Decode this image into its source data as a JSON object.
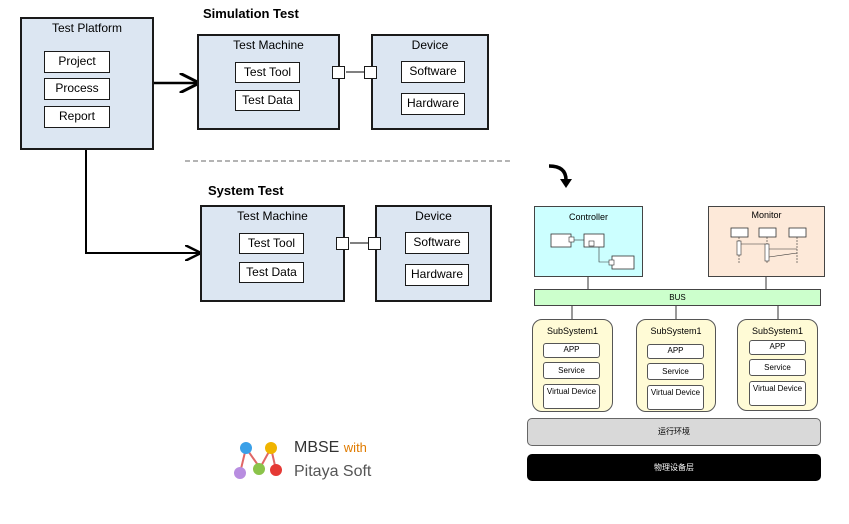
{
  "test_platform": {
    "title": "Test Platform",
    "items": [
      "Project",
      "Process",
      "Report"
    ]
  },
  "simulation_test": {
    "heading": "Simulation Test",
    "machine": {
      "title": "Test Machine",
      "items": [
        "Test Tool",
        "Test Data"
      ]
    },
    "device": {
      "title": "Device",
      "items": [
        "Software",
        "Hardware"
      ]
    }
  },
  "system_test": {
    "heading": "System Test",
    "machine": {
      "title": "Test Machine",
      "items": [
        "Test Tool",
        "Test Data"
      ]
    },
    "device": {
      "title": "Device",
      "items": [
        "Software",
        "Hardware"
      ]
    }
  },
  "architecture": {
    "controller": "Controller",
    "monitor": "Monitor",
    "bus": "BUS",
    "subsystems": [
      {
        "title": "SubSystem1",
        "items": [
          "APP",
          "Service",
          "Virtual Device"
        ]
      },
      {
        "title": "SubSystem1",
        "items": [
          "APP",
          "Service",
          "Virtual Device"
        ]
      },
      {
        "title": "SubSystem1",
        "items": [
          "APP",
          "Service",
          "Virtual Device"
        ]
      }
    ],
    "runtime_layer": "运行环境",
    "physical_layer": "物理设备层"
  },
  "logo": {
    "line1": "MBSE",
    "line1_suffix": "with",
    "line2": "Pitaya Soft"
  },
  "colors": {
    "panel_blue": "#dce6f2",
    "controller_cyan": "#ccffff",
    "monitor_peach": "#fde9d9",
    "bus_green": "#ccffcc",
    "subsystem_yellow": "#fffbd6",
    "runtime_gray": "#d9d9d9",
    "physical_black": "#000000",
    "logo_accent": "#e07b00"
  }
}
